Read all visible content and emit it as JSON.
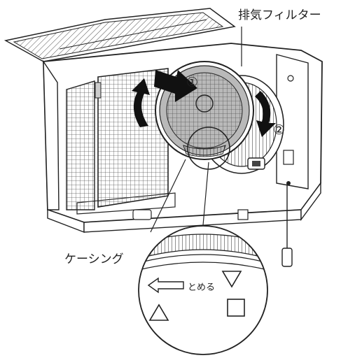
{
  "labels": {
    "exhaust_filter": "排気フィルター",
    "casing": "ケーシング",
    "close": "とめる",
    "step1": "①",
    "step2": "②"
  },
  "colors": {
    "line": "#222222",
    "arrow_fill": "#111111",
    "filter_gray": "#b9b9b9",
    "mesh": "#666666",
    "background": "#ffffff"
  }
}
